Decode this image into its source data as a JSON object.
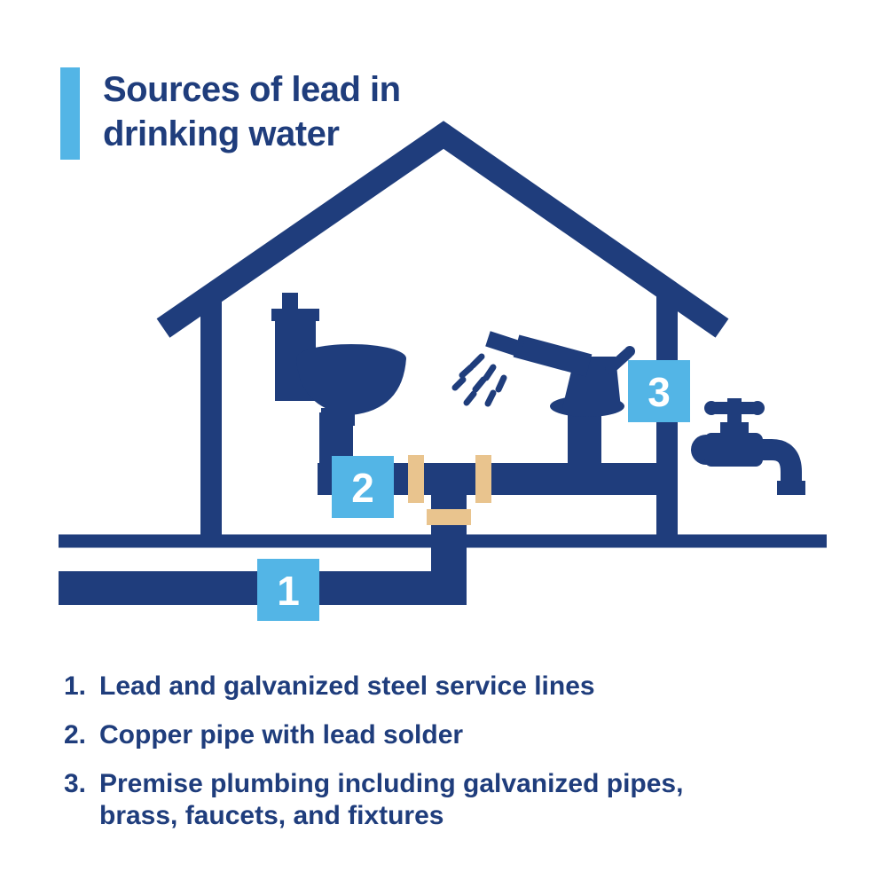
{
  "title": {
    "text": "Sources of lead in drinking water",
    "line1": "Sources of lead in",
    "line2": "drinking water"
  },
  "badges": [
    {
      "label": "1"
    },
    {
      "label": "2"
    },
    {
      "label": "3"
    }
  ],
  "legend": {
    "items": [
      {
        "number": "1.",
        "text": "Lead and galvanized steel service lines"
      },
      {
        "number": "2.",
        "text": "Copper pipe with lead solder"
      },
      {
        "number": "3.",
        "text": "Premise plumbing including galvanized pipes, brass, faucets, and fixtures"
      }
    ]
  },
  "icons": [
    "house-outline-icon",
    "ground-line",
    "service-line-pipe",
    "riser-pipe",
    "indoor-pipe",
    "toilet-icon",
    "faucet-spray-icon",
    "outdoor-spigot-icon",
    "solder-joint"
  ],
  "colors": {
    "navy": "#1f3d7c",
    "light_blue": "#53b5e6",
    "solder_tan": "#e9c48e",
    "badge_text": "#ffffff",
    "background": "#ffffff"
  }
}
